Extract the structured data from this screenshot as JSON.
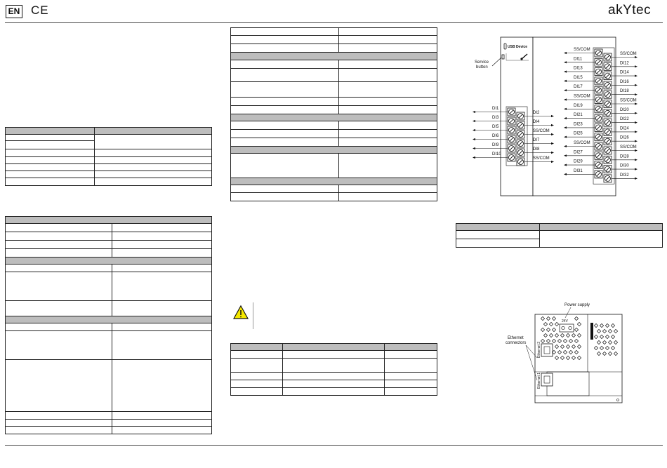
{
  "header": {
    "lang_badge": "EN",
    "ce_mark": "CE",
    "brand": "akYtec"
  },
  "wiring": {
    "usb_label": "USB Device",
    "service_button_label": [
      "Service",
      "button"
    ],
    "left_module": {
      "left_labels": [
        "DI1",
        "DI3",
        "DI5",
        "DI6",
        "DI9",
        "DI10"
      ],
      "right_labels": [
        "DI2",
        "DI4",
        "SS/COM",
        "DI7",
        "DI8",
        "SS/COM"
      ]
    },
    "right_module": {
      "left_labels": [
        "SS/COM",
        "DI11",
        "DI13",
        "DI15",
        "DI17",
        "SS/COM",
        "DI19",
        "DI21",
        "DI23",
        "DI25",
        "SS/COM",
        "DI27",
        "DI29",
        "DI31"
      ],
      "right_labels": [
        "SS/COM",
        "DI12",
        "DI14",
        "DI16",
        "DI18",
        "SS/COM",
        "DI20",
        "DI22",
        "DI24",
        "DI26",
        "SS/COM",
        "DI28",
        "DI30",
        "DI32"
      ]
    }
  },
  "power": {
    "power_supply_label": "Power supply",
    "voltage_label": "24V",
    "ethernet_connectors_label": [
      "Ethernet",
      "connectors"
    ],
    "ethernet1_label": "Ethernet 1",
    "ethernet2_label": "Ethernet 2"
  }
}
